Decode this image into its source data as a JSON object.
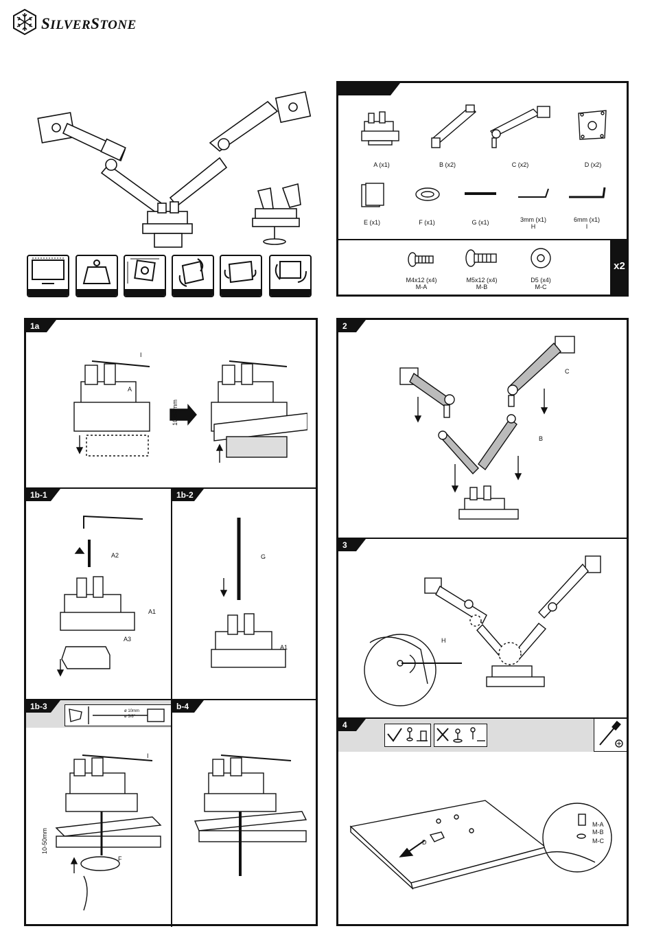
{
  "brand": {
    "name_cap1": "S",
    "name_rest1": "ILVER",
    "name_cap2": "S",
    "name_rest2": "TONE"
  },
  "parts": [
    {
      "label": "A (x1)"
    },
    {
      "label": "B (x2)"
    },
    {
      "label": "C (x2)"
    },
    {
      "label": "D (x2)"
    },
    {
      "label": "E (x1)"
    },
    {
      "label": "F (x1)"
    },
    {
      "label": "G (x1)"
    },
    {
      "label": "3mm (x1)",
      "sub": "H"
    },
    {
      "label": "6mm (x1)",
      "sub": "I"
    }
  ],
  "hardware": [
    {
      "label": "M4x12 (x4)",
      "sub": "M-A"
    },
    {
      "label": "M5x12 (x4)",
      "sub": "M-B"
    },
    {
      "label": "D5 (x4)",
      "sub": "M-C"
    }
  ],
  "hardware_multiplier": "x2",
  "steps": {
    "s1a": {
      "tab": "1a",
      "callout_i": "I",
      "callout_a": "A",
      "thickness": "10-50mm"
    },
    "s1b1": {
      "tab": "1b-1",
      "callout_a2": "A2",
      "callout_a1": "A1",
      "callout_a3": "A3"
    },
    "s1b2": {
      "tab": "1b-2",
      "callout_g": "G",
      "callout_a1": "A1"
    },
    "s1b3": {
      "tab": "1b-3",
      "callout_i": "I",
      "callout_f": "F",
      "thickness": "10-50mm",
      "drill_spec1": "ø 10mm",
      "drill_spec2": "ø 3/8\""
    },
    "s1b4": {
      "tab": "b-4"
    },
    "s2": {
      "tab": "2",
      "callout_c": "C",
      "callout_b": "B"
    },
    "s3": {
      "tab": "3",
      "callout_h": "H"
    },
    "s4": {
      "tab": "4",
      "callout_d": "D",
      "callout_ma": "M-A",
      "callout_mb": "M-B",
      "callout_mc": "M-C"
    }
  }
}
